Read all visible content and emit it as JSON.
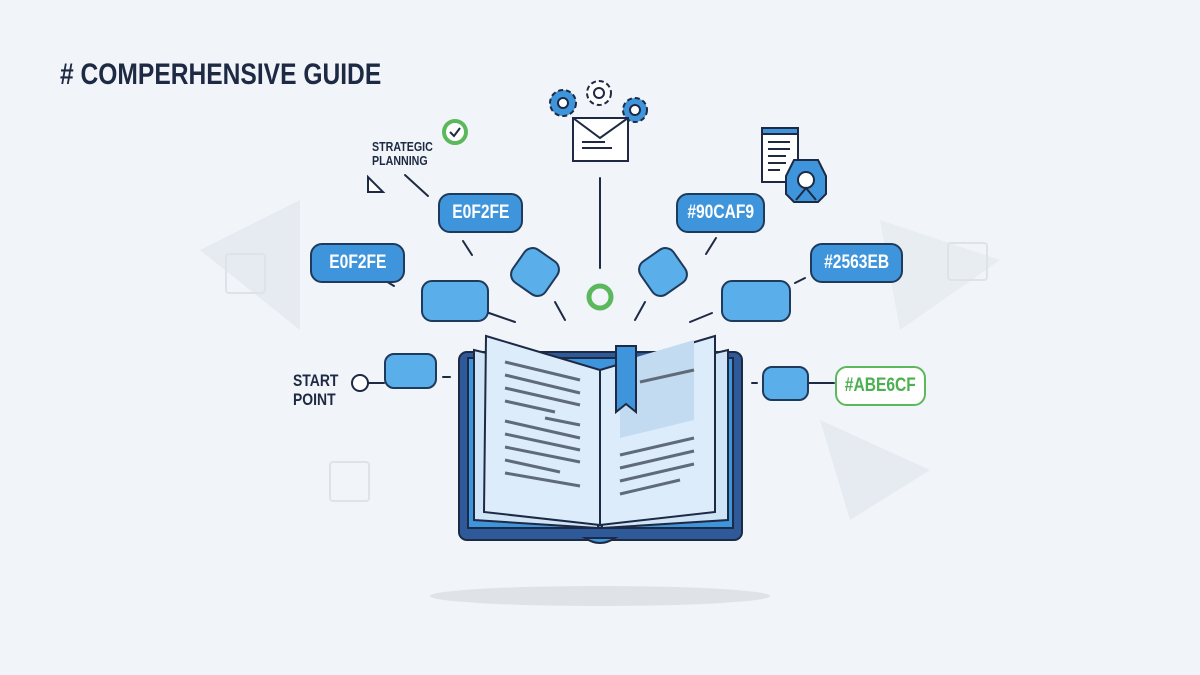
{
  "title": "# COMPERHENSIVE GUIDE",
  "annotations": {
    "strategic_planning": "STRATEGIC PLANNING",
    "start_point": "START POINT"
  },
  "nodes": {
    "top_left": "E0F2FE",
    "left": "E0F2FE",
    "top_right": "#90CAF9",
    "right": "#2563EB",
    "far_right": "#ABE6CF"
  },
  "colors": {
    "accent": "#3f95dc",
    "outline": "#1e3a5c",
    "green": "#5cb85c",
    "background": "#f1f4f8"
  }
}
